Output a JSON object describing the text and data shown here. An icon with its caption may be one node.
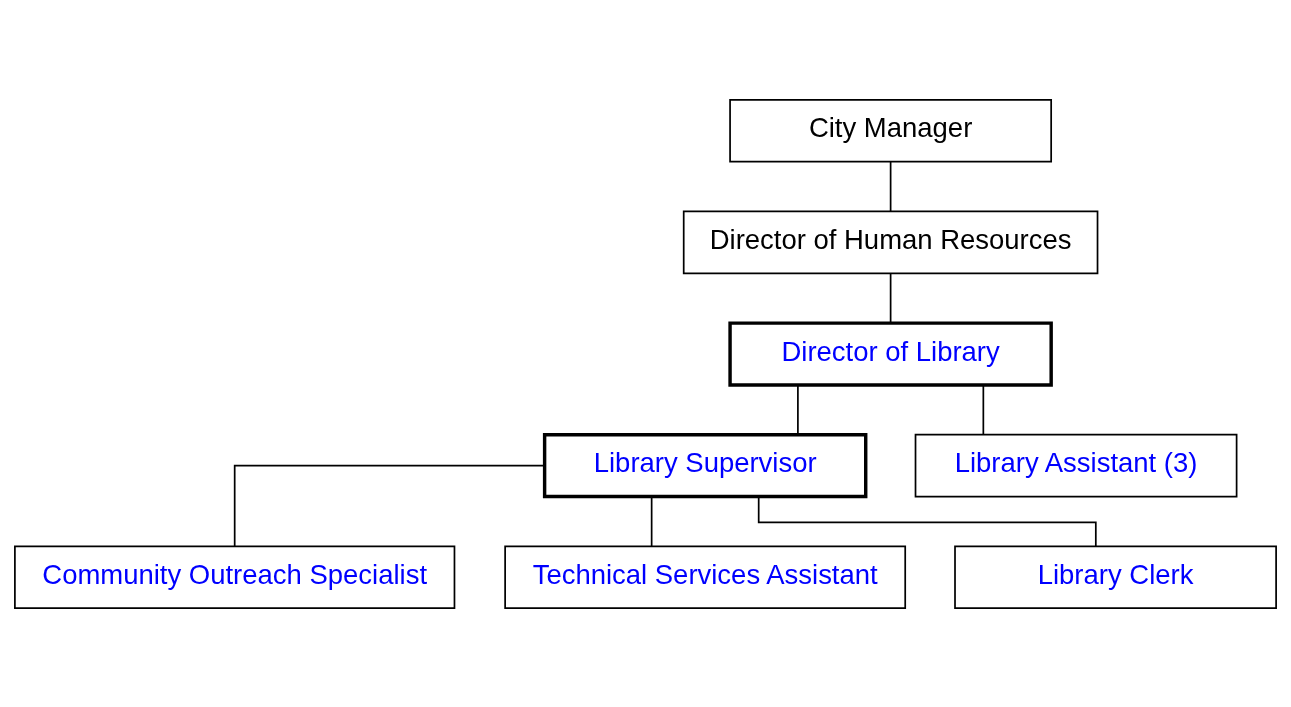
{
  "diagram": {
    "nodes": [
      {
        "text": [
          "City Manager"
        ]
      },
      {
        "text": [
          "Director of Human Resources"
        ]
      },
      {
        "text": [
          "Director of Library"
        ]
      },
      {
        "text": [
          "Library Supervisor"
        ]
      },
      {
        "text": [
          "Library Assistant (3)"
        ]
      },
      {
        "text": [
          "Community Outreach Specialist"
        ]
      },
      {
        "text": [
          "Technical Services Assistant"
        ]
      },
      {
        "text": [
          "Library Clerk"
        ]
      }
    ],
    "edges": [
      {
        "from": 0,
        "to": 1,
        "arrow": "none"
      },
      {
        "from": 1,
        "to": 2,
        "arrow": "none"
      },
      {
        "from": 2,
        "to": 3,
        "arrow": "none"
      },
      {
        "from": 2,
        "to": 4,
        "arrow": "none"
      },
      {
        "from": 3,
        "to": 5,
        "arrow": "none"
      },
      {
        "from": 3,
        "to": 6,
        "arrow": "none"
      },
      {
        "from": 3,
        "to": 7,
        "arrow": "none"
      }
    ]
  }
}
